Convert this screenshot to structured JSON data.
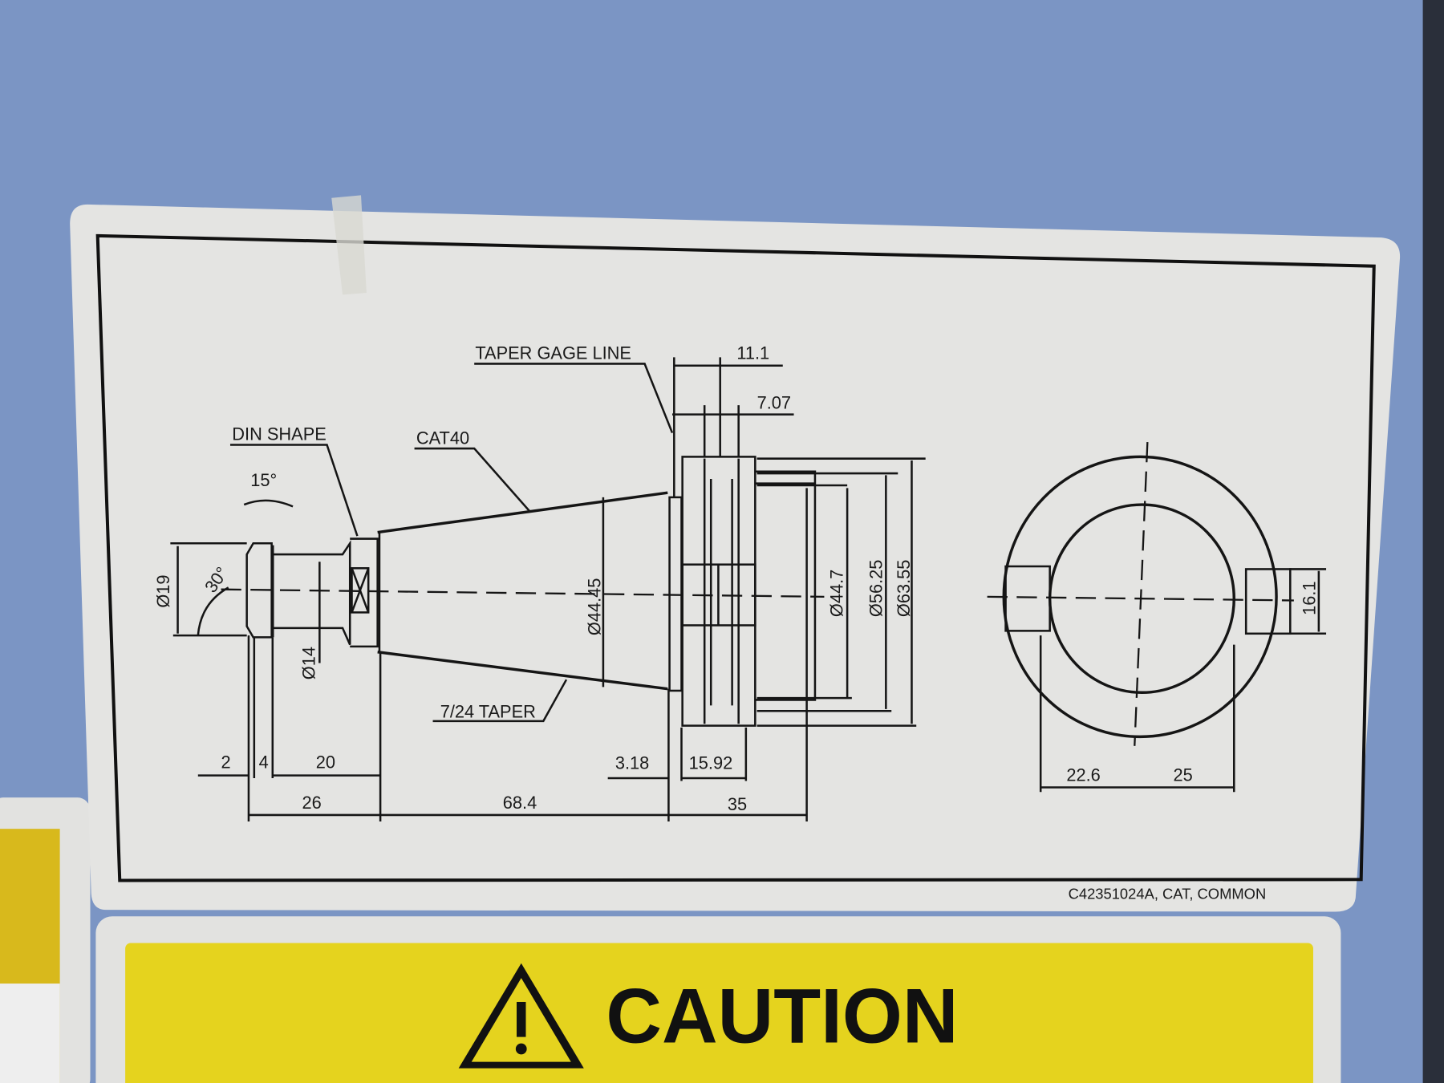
{
  "drawing": {
    "callouts": {
      "din_shape": "DIN SHAPE",
      "cat40": "CAT40",
      "taper_gage_line": "TAPER GAGE LINE",
      "taper": "7/24 TAPER"
    },
    "angles": {
      "a15": "15°",
      "a30": "30°"
    },
    "diameters": {
      "d19": "Ø19",
      "d14": "Ø14",
      "d44_45": "Ø44.45",
      "d44_7": "Ø44.7",
      "d56_25": "Ø56.25",
      "d63_55": "Ø63.55"
    },
    "lengths": {
      "l2": "2",
      "l4": "4",
      "l20": "20",
      "l26": "26",
      "l68_4": "68.4",
      "l3_18": "3.18",
      "l15_92": "15.92",
      "l35": "35",
      "l11_1": "11.1",
      "l7_07": "7.07",
      "l22_6": "22.6",
      "l25": "25",
      "l16_1": "16.1"
    },
    "part_code": "C42351024A, CAT, COMMON"
  },
  "caution_label": {
    "text": "CAUTION"
  },
  "colors": {
    "wall": "#7b95c4",
    "label": "#e4e4e2",
    "caution_yellow": "#e5d31e"
  }
}
